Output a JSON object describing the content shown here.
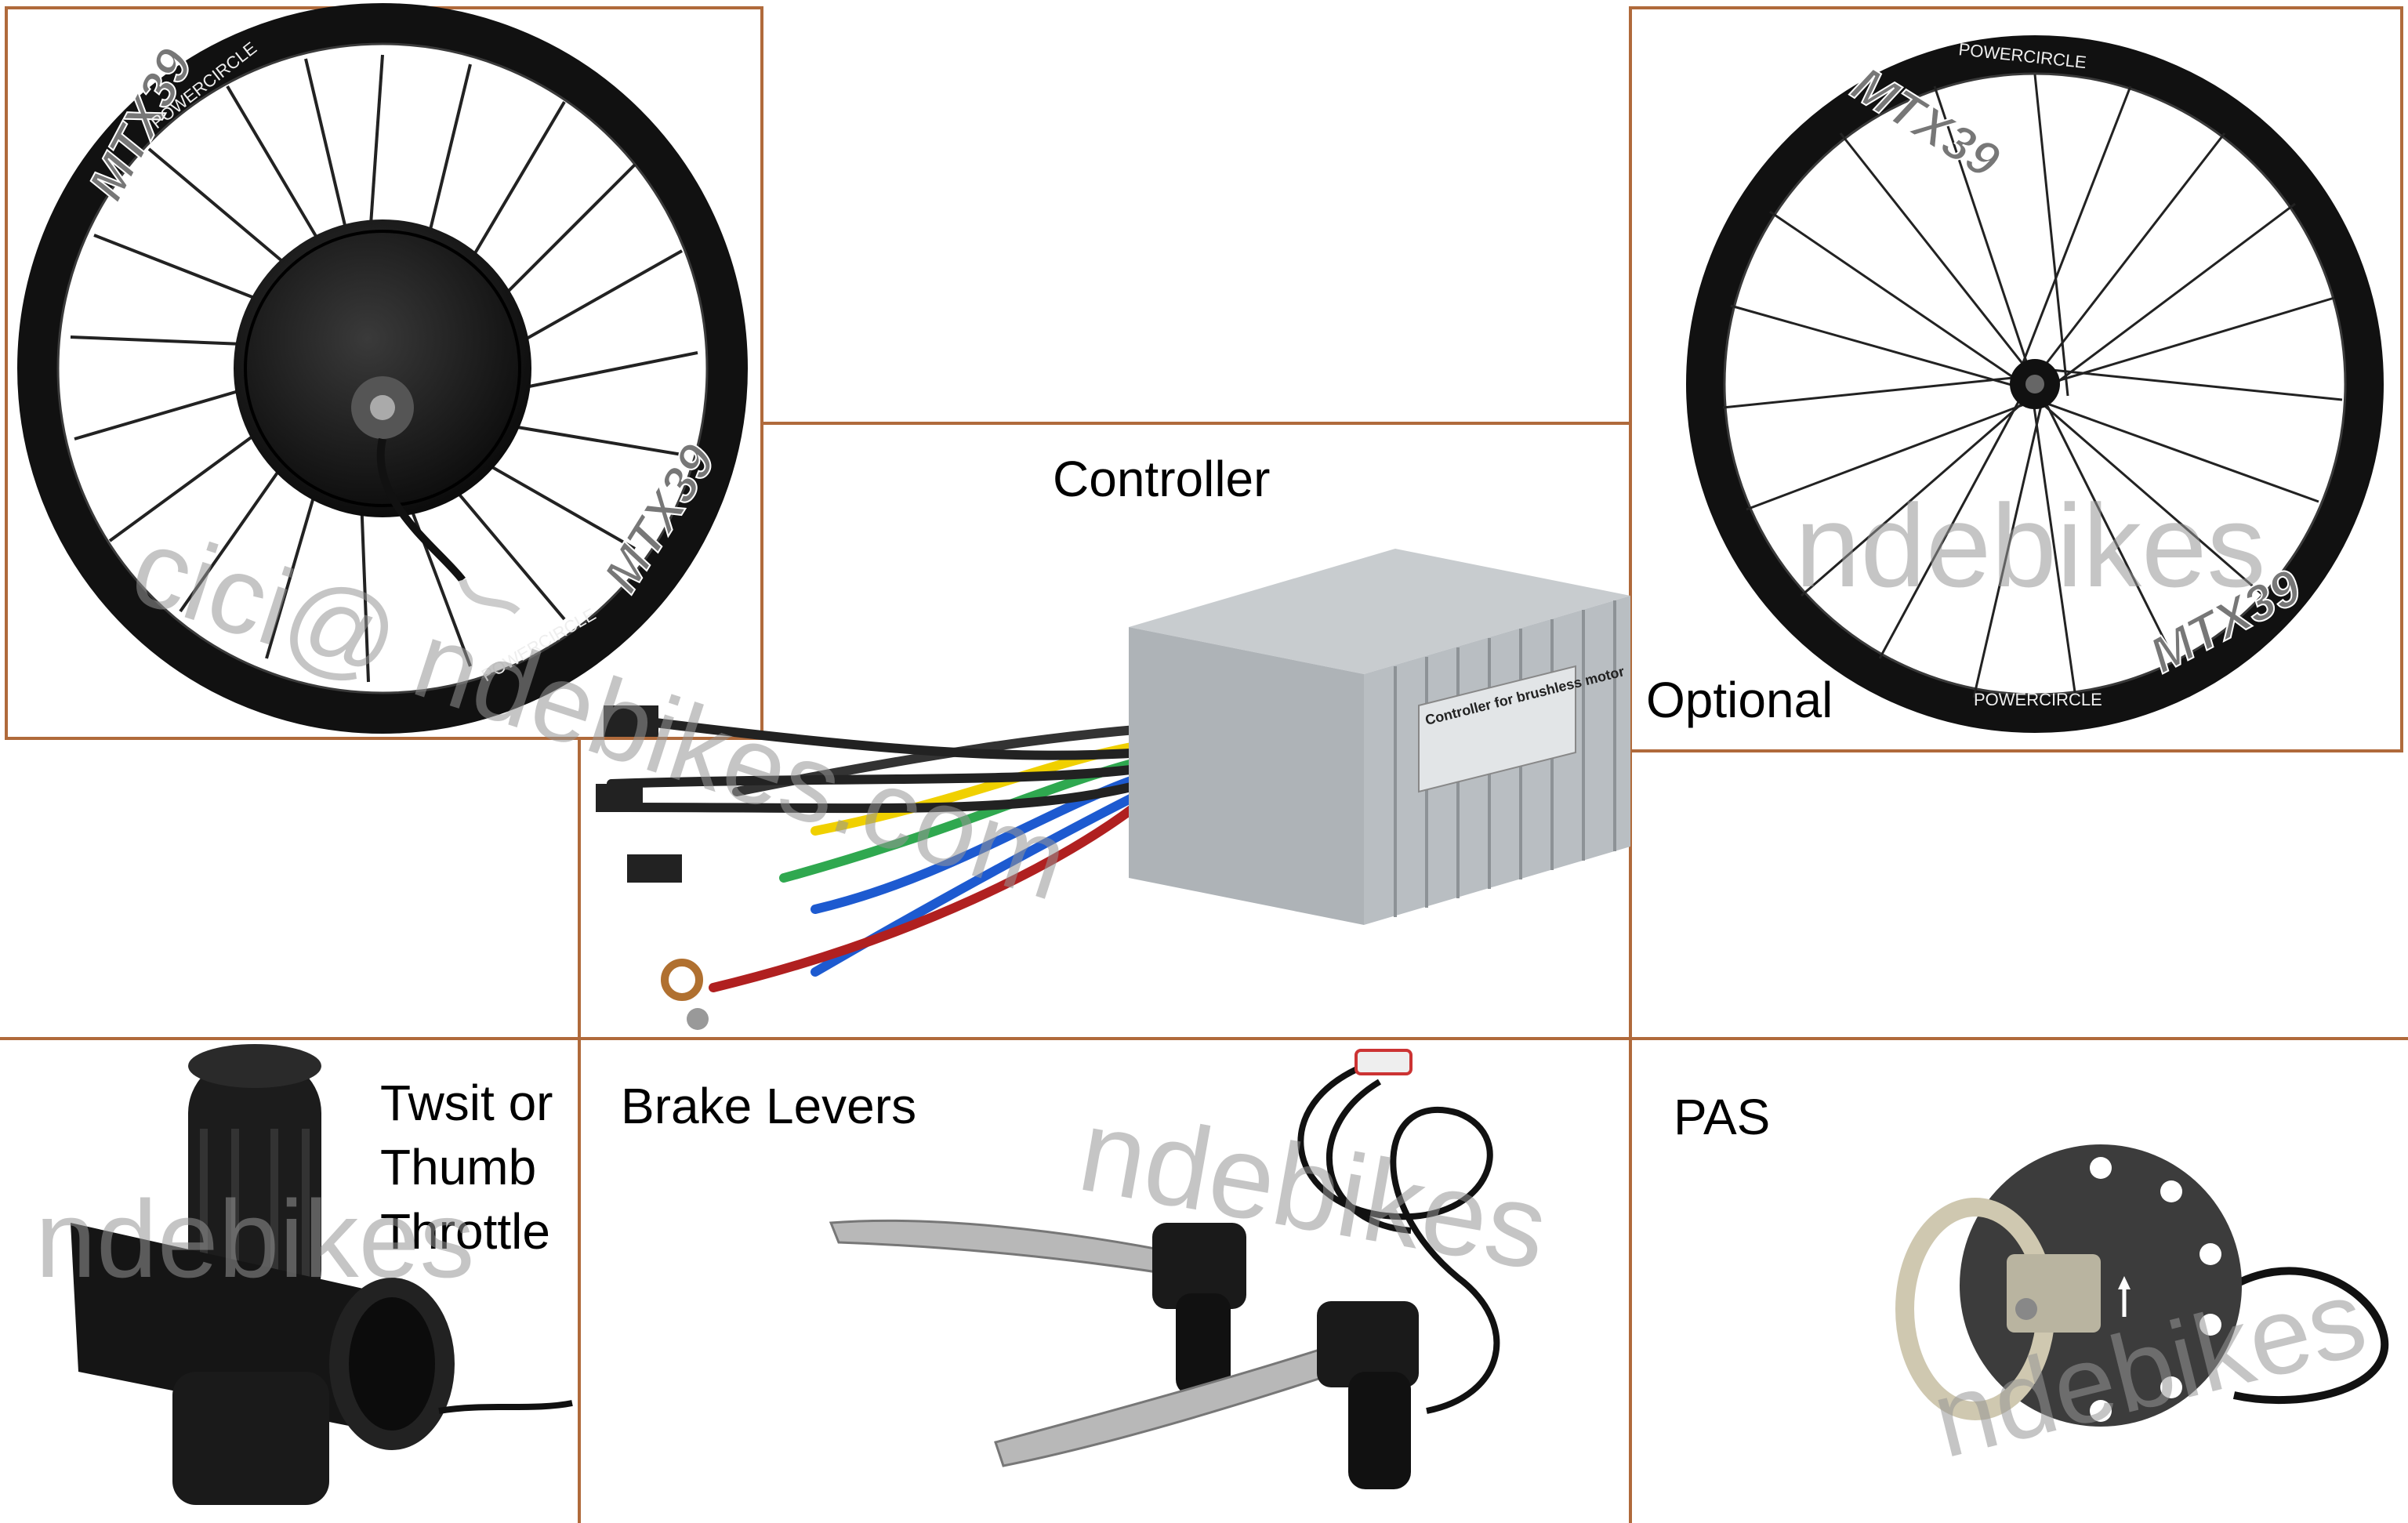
{
  "labels": {
    "controller": "Controller",
    "optional": "Optional",
    "throttle_line1": "Twsit or",
    "throttle_line2": "Thumb",
    "throttle_line3": "Throttle",
    "brake_levers": "Brake Levers",
    "pas": "PAS"
  },
  "watermarks": {
    "email_part1": "cici@",
    "email_part2": "ndebikes.com",
    "brand": "ndebikes"
  },
  "product_text": {
    "rim_brand": "POWERCIRCLE",
    "rim_model": "MTX39",
    "controller_plate": "Controller for brushless motor"
  },
  "colors": {
    "divider": "#b06a3b",
    "watermark": "#969696"
  }
}
